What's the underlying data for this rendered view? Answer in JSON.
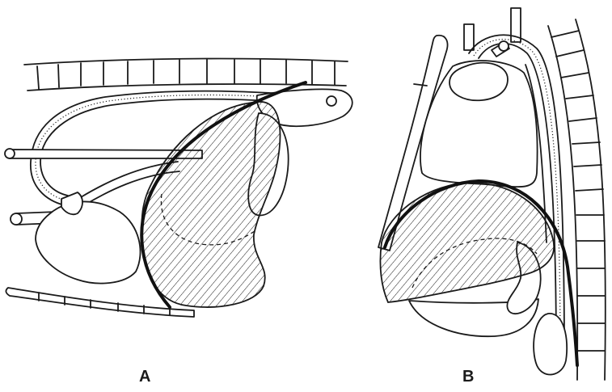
{
  "figure": {
    "panels": [
      {
        "id": "A",
        "label": "A"
      },
      {
        "id": "B",
        "label": "B"
      }
    ]
  },
  "colors": {
    "ink": "#1a1a1a",
    "paper": "#ffffff"
  }
}
